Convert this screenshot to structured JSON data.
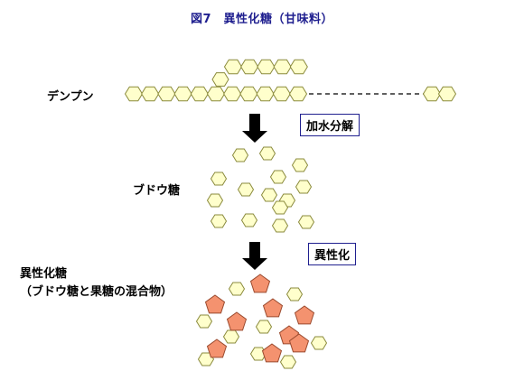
{
  "title": "図7　異性化糖（甘味料）",
  "labels": {
    "starch": "デンプン",
    "hydrolysis": "加水分解",
    "glucose": "ブドウ糖",
    "isomerization": "異性化",
    "hfcs_title": "異性化糖",
    "hfcs_subtitle": "（ブドウ糖と果糖の混合物）"
  },
  "colors": {
    "glucose_fill": "#ffffcc",
    "glucose_stroke": "#8a8a3c",
    "fructose_fill": "#f4926f",
    "fructose_stroke": "#9a4a2e",
    "box_border": "#1f1f8f",
    "title_color": "#1f1f8f"
  }
}
